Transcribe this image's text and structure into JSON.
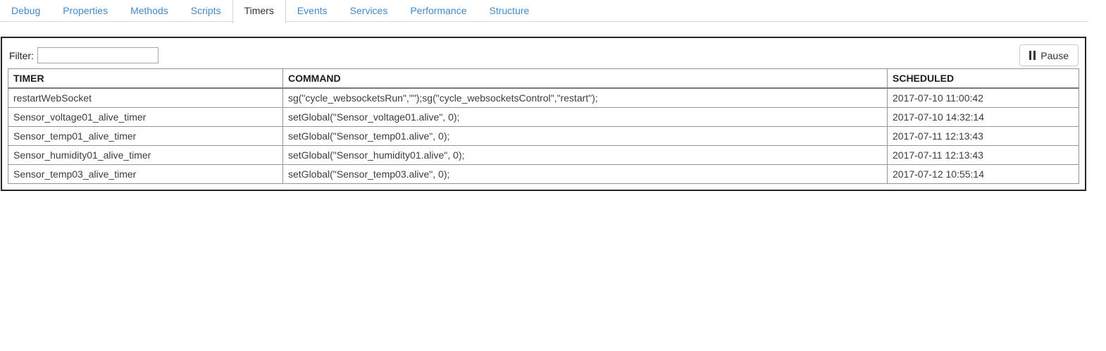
{
  "tabs": {
    "items": [
      {
        "label": "Debug",
        "active": false
      },
      {
        "label": "Properties",
        "active": false
      },
      {
        "label": "Methods",
        "active": false
      },
      {
        "label": "Scripts",
        "active": false
      },
      {
        "label": "Timers",
        "active": true
      },
      {
        "label": "Events",
        "active": false
      },
      {
        "label": "Services",
        "active": false
      },
      {
        "label": "Performance",
        "active": false
      },
      {
        "label": "Structure",
        "active": false
      }
    ]
  },
  "toolbar": {
    "filter_label": "Filter:",
    "filter_value": "",
    "pause_label": "Pause",
    "pause_icon": "pause-icon"
  },
  "table": {
    "columns": [
      "TIMER",
      "COMMAND",
      "SCHEDULED"
    ],
    "rows": [
      [
        "restartWebSocket",
        "sg(\"cycle_websocketsRun\",\"\");sg(\"cycle_websocketsControl\",\"restart\");",
        "2017-07-10 11:00:42"
      ],
      [
        "Sensor_voltage01_alive_timer",
        "setGlobal(\"Sensor_voltage01.alive\", 0);",
        "2017-07-10 14:32:14"
      ],
      [
        "Sensor_temp01_alive_timer",
        "setGlobal(\"Sensor_temp01.alive\", 0);",
        "2017-07-11 12:13:43"
      ],
      [
        "Sensor_humidity01_alive_timer",
        "setGlobal(\"Sensor_humidity01.alive\", 0);",
        "2017-07-11 12:13:43"
      ],
      [
        "Sensor_temp03_alive_timer",
        "setGlobal(\"Sensor_temp03.alive\", 0);",
        "2017-07-12 10:55:14"
      ]
    ]
  },
  "colors": {
    "tab_link_blue": "#4489ca",
    "active_tab_text": "#333333",
    "tab_border": "#d5d5d5",
    "panel_border": "#252525",
    "table_inner_border": "#969696",
    "pause_icon_dark": "#3b3430"
  }
}
